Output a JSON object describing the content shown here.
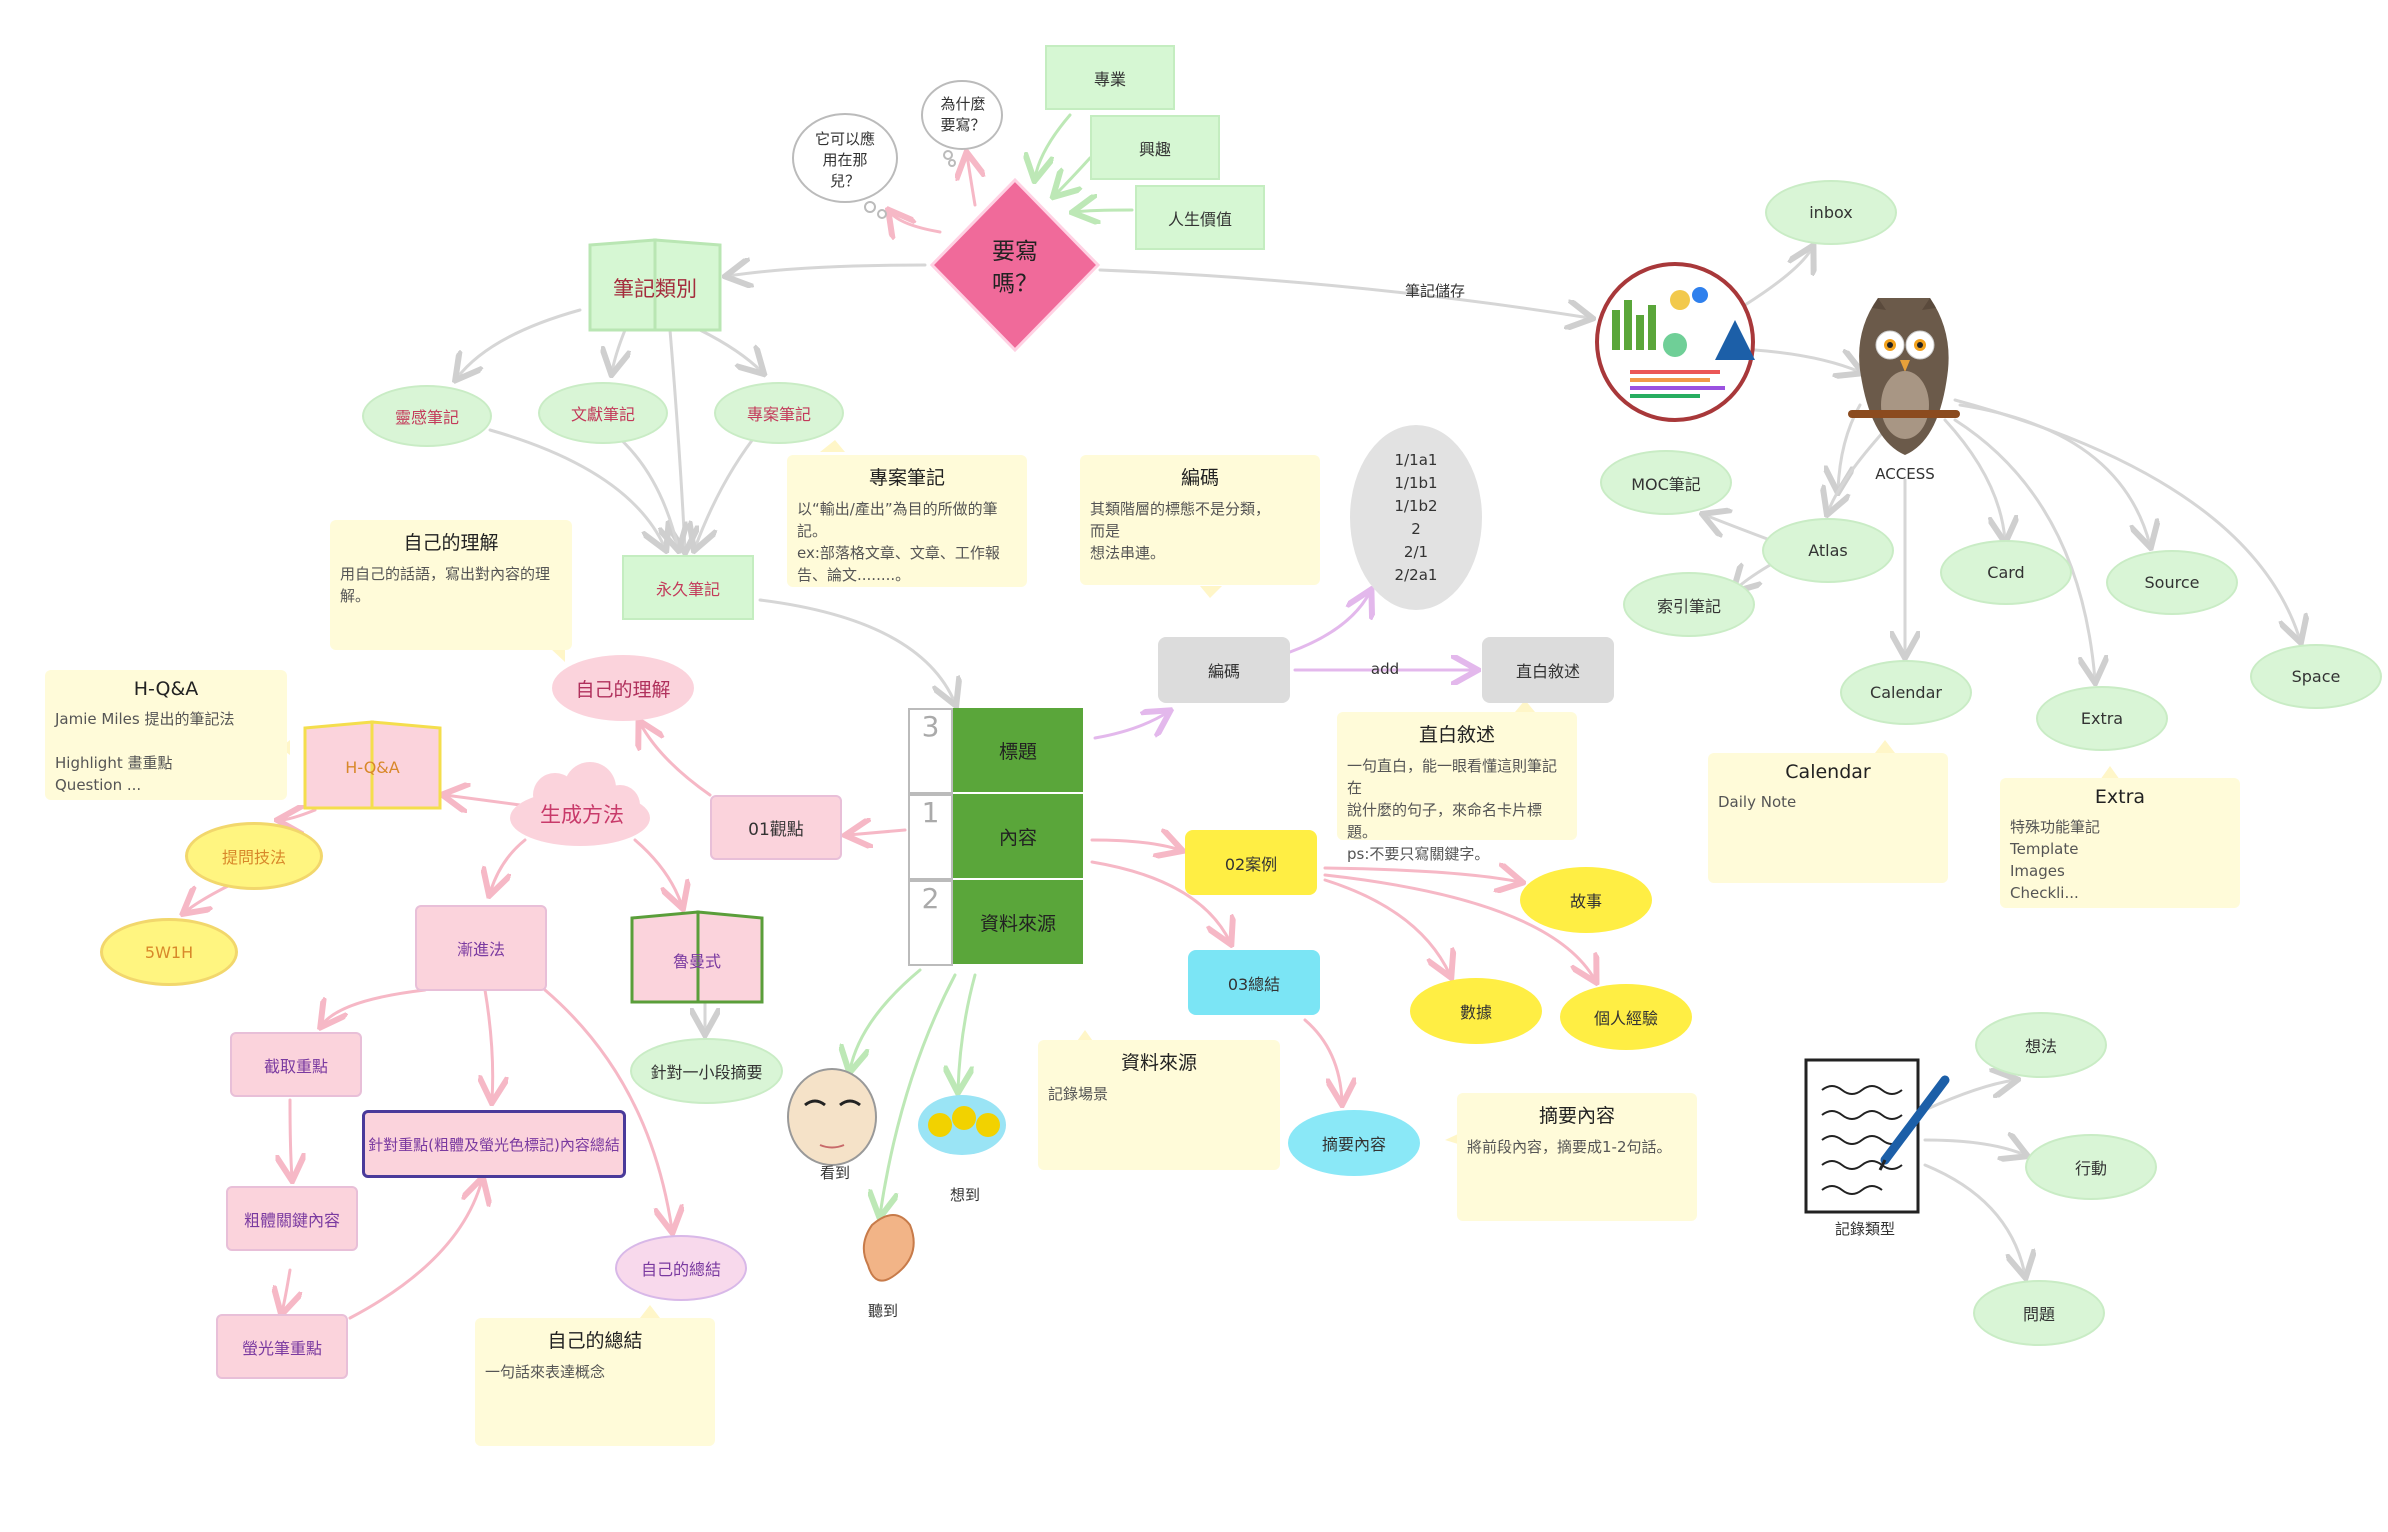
{
  "decision": {
    "title": "要寫\n嗎？"
  },
  "thoughts": {
    "where_use": "它可以應\n用在那\n兒？",
    "why_write": "為什麼\n要寫？"
  },
  "motives": {
    "project": "專業",
    "interest": "興趣",
    "values": "人生價值"
  },
  "note_types": {
    "title": "筆記類別",
    "inspiration": "靈感筆記",
    "literature": "文獻筆記",
    "project": "專案筆記",
    "permanent": "永久筆記"
  },
  "storage_label": "筆記儲存",
  "structure": {
    "rows": [
      {
        "num": "3",
        "label": "標題"
      },
      {
        "num": "1",
        "label": "內容"
      },
      {
        "num": "2",
        "label": "資料來源"
      }
    ]
  },
  "encoding": {
    "node": "編碼",
    "add": "add",
    "plain": "直白敘述",
    "codes": "1/1a1\n1/1b1\n1/1b2\n2\n2/1\n2/2a1"
  },
  "viewpoint": "01觀點",
  "case": {
    "node": "02案例",
    "story": "故事",
    "data": "數據",
    "experience": "個人經驗"
  },
  "summary": {
    "node": "03總結",
    "abstract": "摘要內容"
  },
  "method": {
    "title": "生成方法",
    "own_understanding": "自己的理解",
    "hqa": "H-Q&A",
    "questioning": "提問技法",
    "w5h": "5W1H",
    "progressive": "漸進法",
    "lu_style": "魯曼式",
    "short_summary": "針對一小段摘要",
    "extract": "截取重點",
    "bold": "粗體關鍵內容",
    "highlight": "螢光筆重點",
    "key_summary": "針對重點(粗體及螢光色標記)內容總結",
    "own_summary": "自己的總結"
  },
  "senses": {
    "see": "看到",
    "think": "想到",
    "hear": "聽到"
  },
  "access": {
    "title": "ACCESS",
    "inbox": "inbox",
    "moc": "MOC筆記",
    "atlas": "Atlas",
    "index": "索引筆記",
    "card": "Card",
    "source": "Source",
    "space": "Space",
    "calendar": "Calendar",
    "extra": "Extra"
  },
  "record": {
    "title": "記錄類型",
    "idea": "想法",
    "action": "行動",
    "question": "問題"
  },
  "notes": {
    "project": {
      "title": "專案筆記",
      "body": "以“輸出/產出”為目的所做的筆記。\nex:部落格文章、文章、工作報\n告、論文........。"
    },
    "encoding": {
      "title": "編碼",
      "body": "其類階層的標態不是分類，\n而是\n想法串連。"
    },
    "understanding": {
      "title": "自己的理解",
      "body": "用自己的話語，寫出對內容的理\n解。"
    },
    "hqa": {
      "title": "H-Q&A",
      "body": "Jamie Miles 提出的筆記法\n\nHighlight 畫重點\nQuestion ..."
    },
    "plain": {
      "title": "直白敘述",
      "body": "一句直白，能一眼看懂這則筆記在\n說什麼的句子，來命名卡片標題。\nps:不要只寫關鍵字。"
    },
    "calendar": {
      "title": "Calendar",
      "body": "Daily Note"
    },
    "extra": {
      "title": "Extra",
      "body": "特殊功能筆記\nTemplate\nImages\nCheckli..."
    },
    "source": {
      "title": "資料來源",
      "body": "記錄場景"
    },
    "abstract": {
      "title": "摘要內容",
      "body": "將前段內容，摘要成1-2句話。"
    },
    "own_summary": {
      "title": "自己的總結",
      "body": "一句話來表達概念"
    }
  },
  "colors": {
    "structure_green": "#5aa63a",
    "decision_pink": "#f06a9a",
    "owl_brown": "#6b5a4a"
  }
}
